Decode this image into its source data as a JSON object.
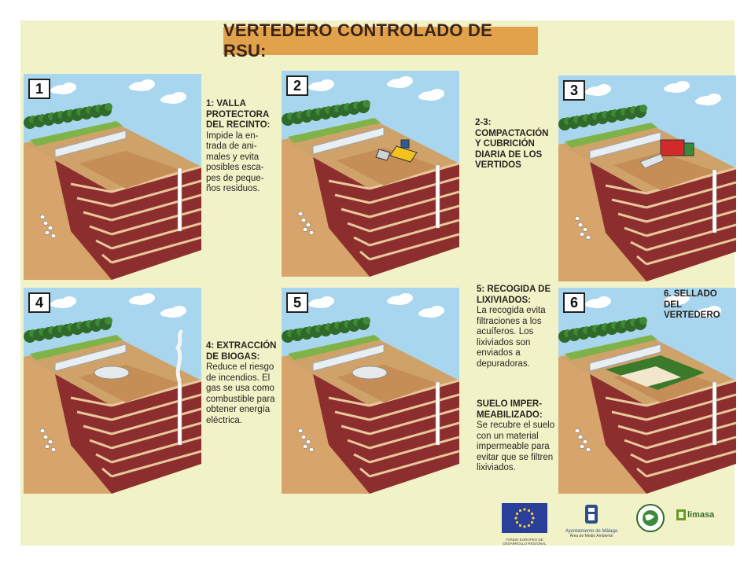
{
  "title": "VERTEDERO CONTROLADO DE RSU:",
  "panels": [
    {
      "num": "1"
    },
    {
      "num": "2"
    },
    {
      "num": "3"
    },
    {
      "num": "4"
    },
    {
      "num": "5"
    },
    {
      "num": "6"
    }
  ],
  "texts": {
    "t1_head": "1: VALLA PROTECTORA DEL RECINTO:",
    "t1_body": "Impide la en- trada de ani- males y evita posibles esca- pes de peque- ños residuos.",
    "t23_head": "2-3: COMPACTACIÓN Y CUBRICIÓN DIARIA DE LOS VERTIDOS",
    "t4_head": "4: EXTRACCIÓN DE BIOGAS:",
    "t4_body": "Reduce el riesgo de incendios. El gas se usa como combustible para obtener energía eléctrica.",
    "t5_head": "5: RECOGIDA DE LIXIVIADOS:",
    "t5_body": "La recogida evita filtraciones a los acuíferos. Los lixiviados son enviados a depuradoras.",
    "suelo_head": "SUELO IMPER- MEABILIZADO:",
    "suelo_body": "Se recubre el suelo con un material impermeable para evitar que se filtren lixiviados.",
    "t6_head": "6. SELLADO DEL VERTEDERO"
  },
  "logos": {
    "eu_caption": "FONDO EUROPEO DE DESARROLLO REGIONAL",
    "malaga_line1": "Ayuntamiento de Málaga",
    "malaga_line2": "Área de Medio Ambiente",
    "limasa": "limasa"
  },
  "colors": {
    "poster_bg": "#f1f2c8",
    "title_bg": "#e2a24c",
    "sky": "#a8d6ee",
    "earth": "#d7a46b",
    "waste": "#8c2e2e",
    "trees": "#2f6a2a"
  }
}
